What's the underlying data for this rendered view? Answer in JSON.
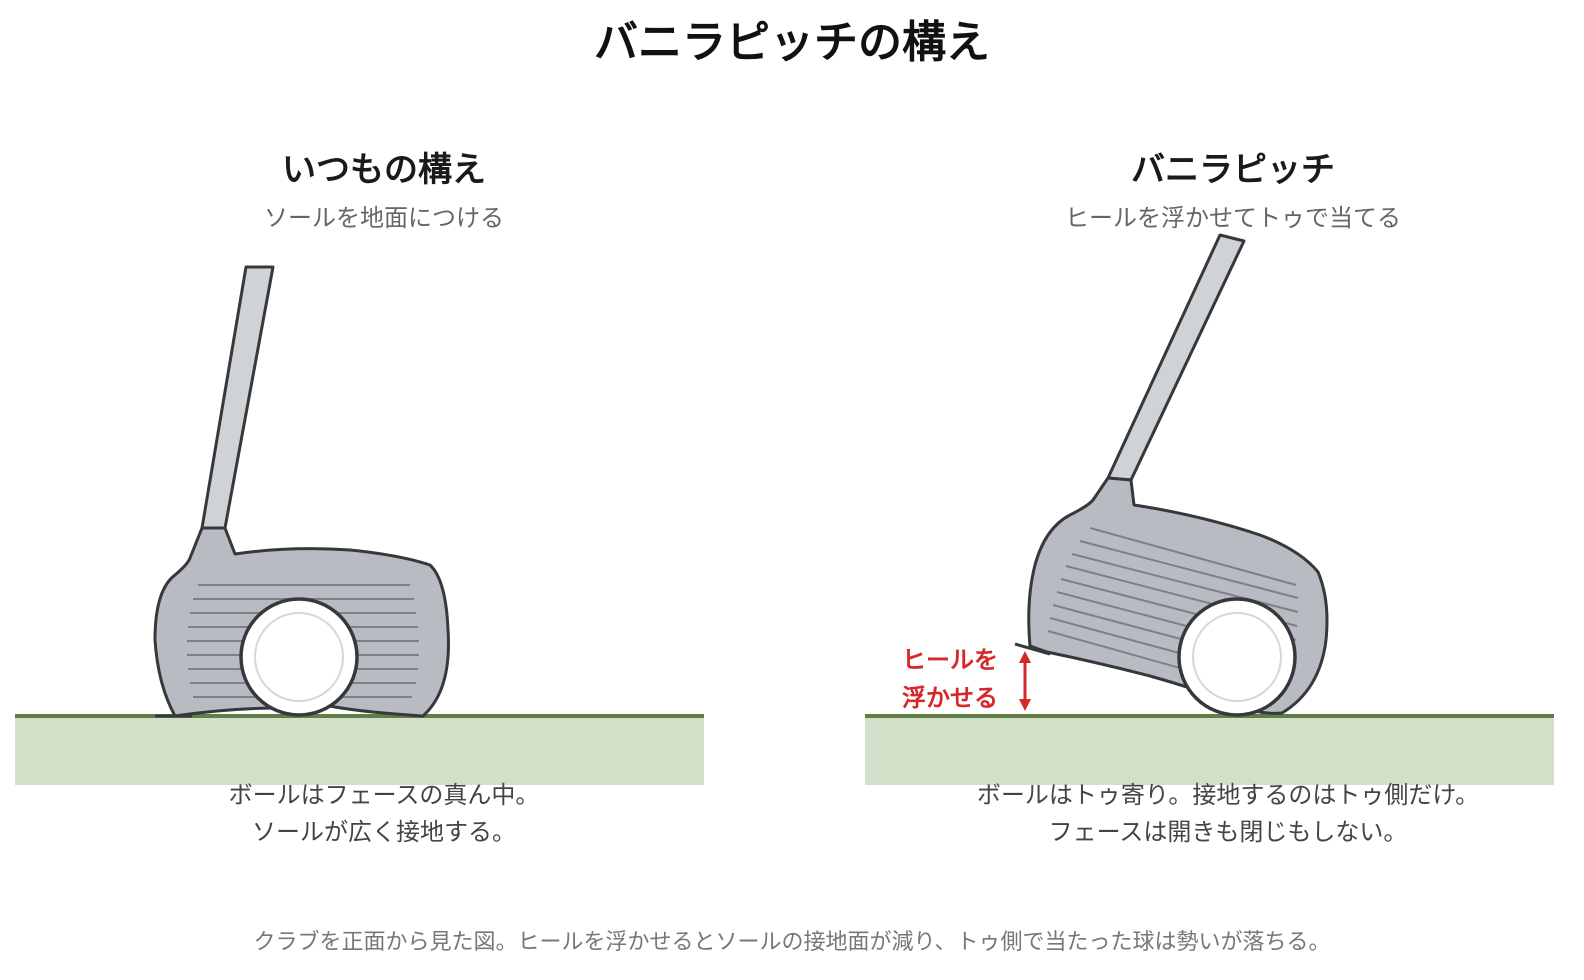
{
  "title": "バニラピッチの構え",
  "panels": [
    {
      "title": "いつもの構え",
      "subtitle": "ソールを地面につける",
      "caption": [
        "ボールはフェースの真ん中。",
        "ソールが広く接地する。"
      ]
    },
    {
      "title": "バニラピッチ",
      "subtitle": "ヒールを浮かせてトゥで当てる",
      "callout": [
        "ヒールを",
        "浮かせる"
      ],
      "caption": [
        "ボールはトゥ寄り。接地するのはトゥ側だけ。",
        "フェースは開きも閉じもしない。"
      ]
    }
  ],
  "footnote": "クラブを正面から見た図。ヒールを浮かせるとソールの接地面が減り、トゥ側で当たった球は勢いが落ちる。",
  "colors": {
    "ground_fill": "#d3dfc9",
    "ground_line": "#5f7f46",
    "club_head": "#b8bcc2",
    "shaft": "#cfd3d6",
    "outline": "#36383c",
    "groove": "#7d8187",
    "callout": "#d62828"
  }
}
